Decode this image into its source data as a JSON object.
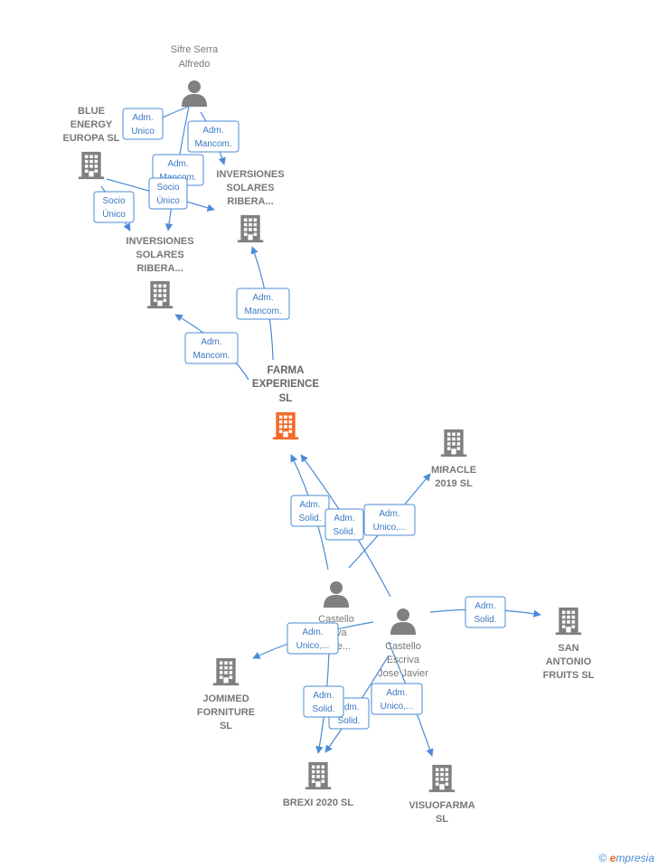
{
  "colors": {
    "edge": "#4a8bd6",
    "node": "#808080",
    "main_node": "#f26b2a",
    "label": "#777777"
  },
  "nodes": [
    {
      "id": "sifre",
      "type": "person",
      "label": [
        "Sifre Serra",
        "Alfredo"
      ]
    },
    {
      "id": "blue",
      "type": "company",
      "label": [
        "BLUE",
        "ENERGY",
        "EUROPA SL"
      ]
    },
    {
      "id": "inv1",
      "type": "company",
      "label": [
        "INVERSIONES",
        "SOLARES",
        "RIBERA..."
      ]
    },
    {
      "id": "inv2",
      "type": "company",
      "label": [
        "INVERSIONES",
        "SOLARES",
        "RIBERA..."
      ]
    },
    {
      "id": "farma",
      "type": "main",
      "label": [
        "FARMA",
        "EXPERIENCE",
        "SL"
      ]
    },
    {
      "id": "miracle",
      "type": "company",
      "label": [
        "MIRACLE",
        "2019 SL"
      ]
    },
    {
      "id": "cast1",
      "type": "person",
      "label": [
        "Castello",
        "...iva",
        "...De..."
      ]
    },
    {
      "id": "cast2",
      "type": "person",
      "label": [
        "Castello",
        "Escriva",
        "Jose Javier"
      ]
    },
    {
      "id": "sanantonio",
      "type": "company",
      "label": [
        "SAN",
        "ANTONIO",
        "FRUITS SL"
      ]
    },
    {
      "id": "jomimed",
      "type": "company",
      "label": [
        "JOMIMED",
        "FORNITURE",
        "SL"
      ]
    },
    {
      "id": "brexi",
      "type": "company",
      "label": [
        "BREXI 2020 SL"
      ]
    },
    {
      "id": "visuofarma",
      "type": "company",
      "label": [
        "VISUOFARMA",
        "SL"
      ]
    }
  ],
  "relations": [
    {
      "id": "r1",
      "label": [
        "Adm.",
        "Unico"
      ]
    },
    {
      "id": "r2",
      "label": [
        "Adm.",
        "Mancom."
      ]
    },
    {
      "id": "r3",
      "label": [
        "Adm.",
        "Mancom."
      ]
    },
    {
      "id": "r4",
      "label": [
        "Socio",
        "Único"
      ]
    },
    {
      "id": "r5",
      "label": [
        "Socio",
        "Único"
      ]
    },
    {
      "id": "r6",
      "label": [
        "Adm.",
        "Mancom."
      ]
    },
    {
      "id": "r7",
      "label": [
        "Adm.",
        "Mancom."
      ]
    },
    {
      "id": "r8",
      "label": [
        "Adm.",
        "Solid."
      ]
    },
    {
      "id": "r9",
      "label": [
        "Adm.",
        "Solid."
      ]
    },
    {
      "id": "r10",
      "label": [
        "Adm.",
        "Unico,..."
      ]
    },
    {
      "id": "r11",
      "label": [
        "Adm.",
        "Solid."
      ]
    },
    {
      "id": "r12",
      "label": [
        "Adm.",
        "Unico,..."
      ]
    },
    {
      "id": "r13",
      "label": [
        "Adm.",
        "Solid."
      ]
    },
    {
      "id": "r14",
      "label": [
        "Adm.",
        "Solid."
      ]
    },
    {
      "id": "r15",
      "label": [
        "Adm.",
        "Unico,..."
      ]
    }
  ],
  "brand": {
    "copyright": "©",
    "e": "e",
    "rest": "mpresia"
  }
}
